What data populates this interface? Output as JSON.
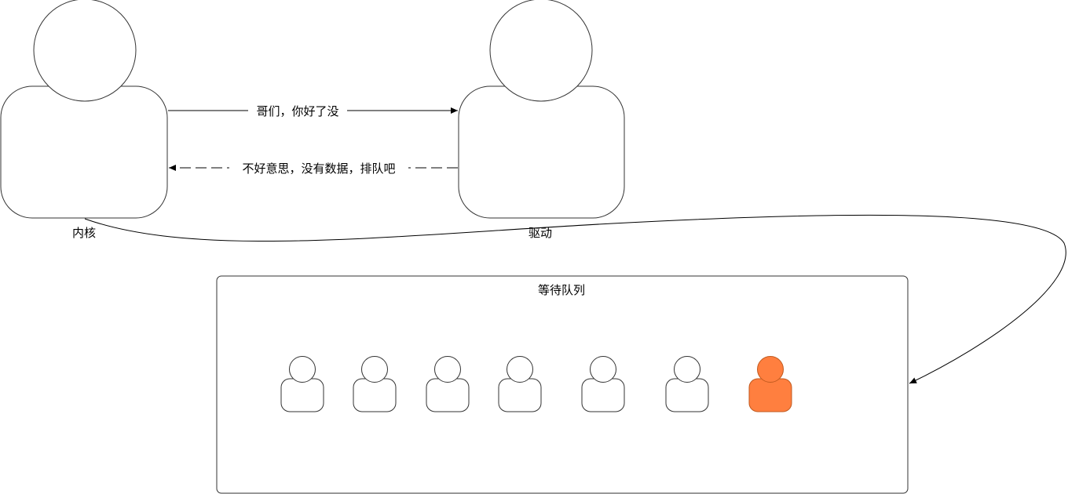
{
  "actors": {
    "kernel": {
      "label": "内核"
    },
    "driver": {
      "label": "驱动"
    }
  },
  "messages": {
    "request": "哥们，你好了没",
    "response": "不好意思，没有数据，排队吧"
  },
  "queue": {
    "title": "等待队列",
    "members": [
      {
        "highlight": false
      },
      {
        "highlight": false
      },
      {
        "highlight": false
      },
      {
        "highlight": false
      },
      {
        "highlight": false
      },
      {
        "highlight": false
      },
      {
        "highlight": true
      }
    ]
  },
  "colors": {
    "stroke": "#333333",
    "fill": "#ffffff",
    "highlight_fill": "#ff7f3f",
    "highlight_stroke": "#c05a1f"
  }
}
